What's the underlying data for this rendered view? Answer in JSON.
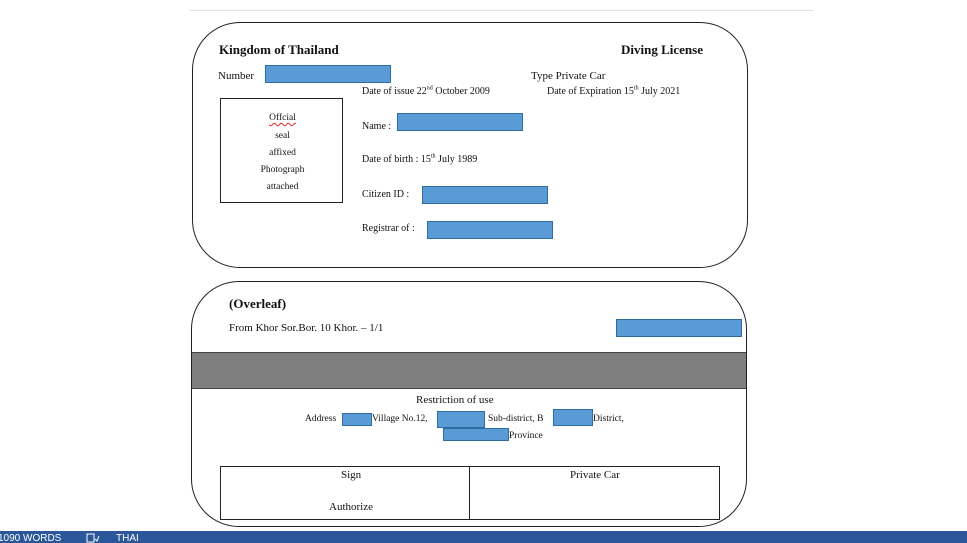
{
  "card_front": {
    "header_left": "Kingdom of Thailand",
    "header_right": "Diving License",
    "number_label": "Number",
    "type_label": "Type Private  Car",
    "issue_prefix": "Date of issue 22",
    "issue_sup": "nd",
    "issue_suffix": " October 2009",
    "expiry_prefix": "Date of Expiration 15",
    "expiry_sup": "th",
    "expiry_suffix": " July 2021",
    "photo_lines": [
      "Offcial",
      "seal",
      "affixed",
      "Photograph",
      "attached"
    ],
    "name_label": "Name :",
    "dob_prefix": "Date of birth : 15",
    "dob_sup": "th",
    "dob_suffix": " July 1989",
    "citizen_label": "Citizen ID :",
    "registrar_label": "Registrar of :"
  },
  "card_back": {
    "overleaf": "(Overleaf)",
    "form_ref": "From Khor Sor.Bor. 10 Khor. – 1/1",
    "restriction": "Restriction of use",
    "addr_a": "Address",
    "addr_b": "Village No.12,",
    "addr_c": "Sub-district, B",
    "addr_d": "District,",
    "addr_e": "Province",
    "sign_label": "Sign",
    "authorize_label": "Authorize",
    "private_car": "Private Car"
  },
  "status_bar": {
    "words": "1090 WORDS",
    "language": "THAI",
    "proofing_icon": "proofing-icon"
  },
  "colors": {
    "redaction": "#5b9bd5",
    "status_bar": "#2b579a",
    "band": "#7f7f7f"
  }
}
